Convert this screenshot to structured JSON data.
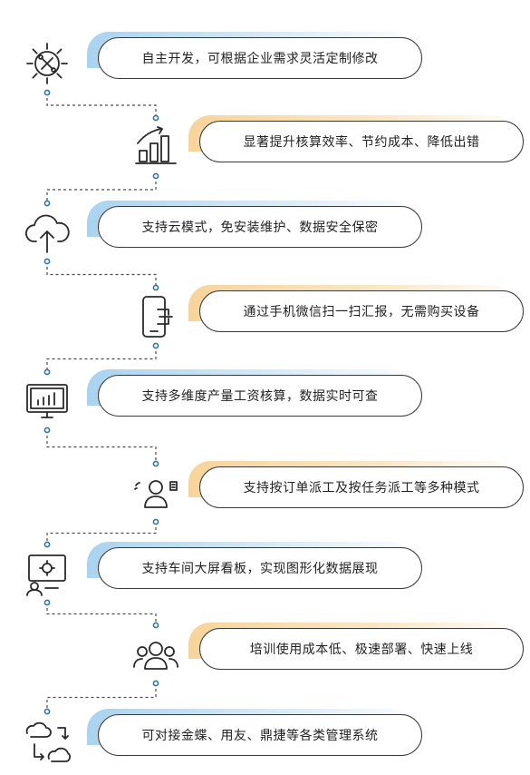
{
  "features": [
    {
      "text": "自主开发，可根据企业需求灵活定制修改",
      "icon": "gear-wrench-icon",
      "side": "left",
      "accent": "#a9d3f0"
    },
    {
      "text": "显著提升核算效率、节约成本、降低出错",
      "icon": "growth-chart-icon",
      "side": "right",
      "accent": "#f7d49a"
    },
    {
      "text": "支持云模式，免安装维护、数据安全保密",
      "icon": "cloud-upload-icon",
      "side": "left",
      "accent": "#a9d3f0"
    },
    {
      "text": "通过手机微信扫一扫汇报，无需购买设备",
      "icon": "phone-scan-icon",
      "side": "right",
      "accent": "#f7d49a"
    },
    {
      "text": "支持多维度产量工资核算，数据实时可查",
      "icon": "monitor-chart-icon",
      "side": "left",
      "accent": "#a9d3f0"
    },
    {
      "text": "支持按订单派工及按任务派工等多种模式",
      "icon": "user-wireless-icon",
      "side": "right",
      "accent": "#f7d49a"
    },
    {
      "text": "支持车间大屏看板，实现图形化数据展现",
      "icon": "presenter-screen-icon",
      "side": "left",
      "accent": "#a9d3f0"
    },
    {
      "text": "培训使用成本低、极速部署、快速上线",
      "icon": "team-users-icon",
      "side": "right",
      "accent": "#f7d49a"
    },
    {
      "text": "可对接金蝶、用友、鼎捷等各类管理系统",
      "icon": "cloud-sync-icon",
      "side": "left",
      "accent": "#a9d3f0"
    }
  ]
}
